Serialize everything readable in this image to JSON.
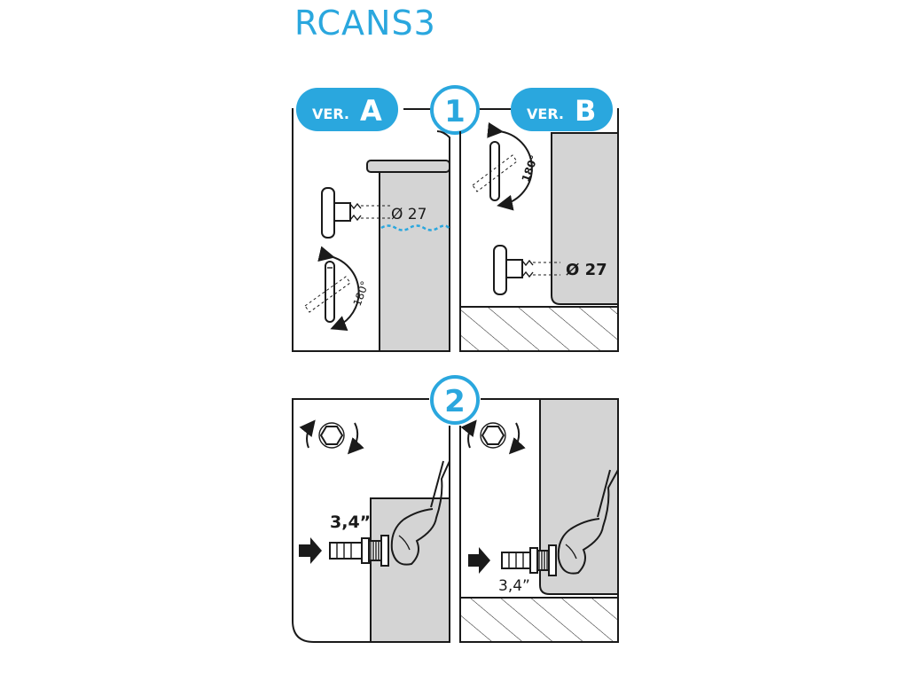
{
  "title": "RCANS3",
  "step_1": {
    "number": "1"
  },
  "step_2": {
    "number": "2"
  },
  "version_a": {
    "prefix": "VER.",
    "letter": "A"
  },
  "version_b": {
    "prefix": "VER.",
    "letter": "B"
  },
  "labels": {
    "diameter_a": "Ø 27",
    "diameter_b": "Ø 27",
    "rotation_a": "180°",
    "rotation_b": "180°",
    "thread_a": "3,4”",
    "thread_b": "3,4”"
  },
  "colors": {
    "accent": "#2aa7de",
    "outline": "#1a1a1a",
    "wall": "#d4d4d4",
    "water_line": "#2aa7de"
  },
  "icons": [
    "nut-rotate-icon",
    "arrow-right-icon",
    "hand-wrench-icon",
    "rotation-arrow-icon"
  ]
}
